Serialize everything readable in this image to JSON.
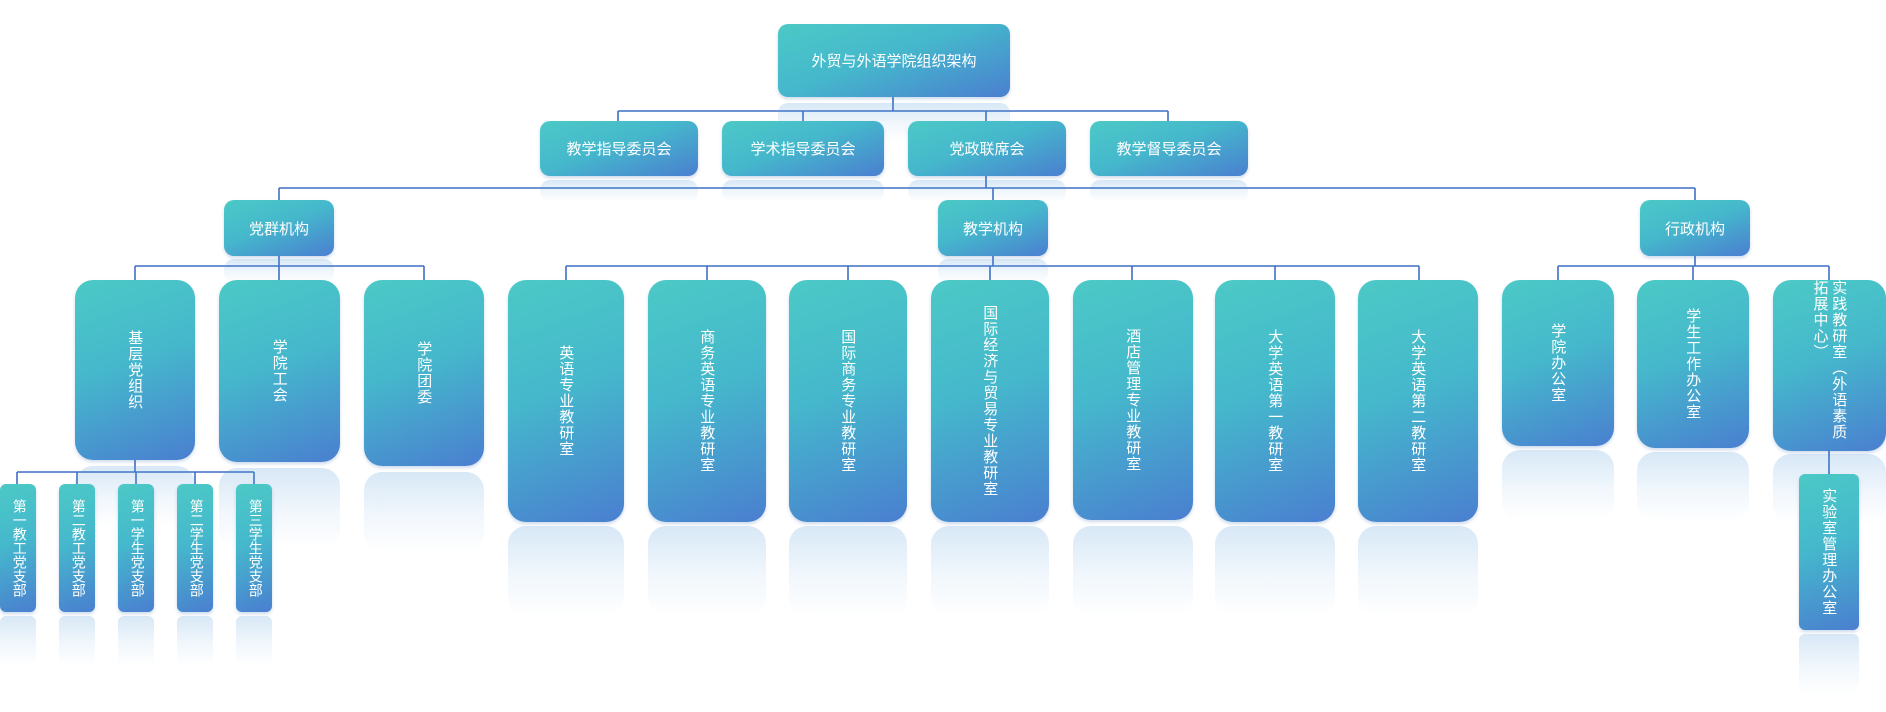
{
  "colors": {
    "connector": "#3f6fc4",
    "node_gradient_start": "#4cc9c6",
    "node_gradient_end": "#4a7fd0",
    "text": "#ffffff"
  },
  "root": {
    "label": "外贸与外语学院组织架构"
  },
  "committees": [
    {
      "label": "教学指导委员会"
    },
    {
      "label": "学术指导委员会"
    },
    {
      "label": "党政联席会"
    },
    {
      "label": "教学督导委员会"
    }
  ],
  "branches": [
    {
      "label": "党群机构"
    },
    {
      "label": "教学机构"
    },
    {
      "label": "行政机构"
    }
  ],
  "party_units": [
    {
      "label": "基层党组织"
    },
    {
      "label": "学院工会"
    },
    {
      "label": "学院团委"
    }
  ],
  "party_branches": [
    {
      "label": "第一教工党支部"
    },
    {
      "label": "第二教工党支部"
    },
    {
      "label": "第一学生党支部"
    },
    {
      "label": "第二学生党支部"
    },
    {
      "label": "第三学生党支部"
    }
  ],
  "teaching_units": [
    {
      "label": "英语专业教研室"
    },
    {
      "label": "商务英语专业教研室"
    },
    {
      "label": "国际商务专业教研室"
    },
    {
      "label": "国际经济与贸易专业教研室"
    },
    {
      "label": "酒店管理专业教研室"
    },
    {
      "label": "大学英语第一教研室"
    },
    {
      "label": "大学英语第二教研室"
    }
  ],
  "admin_units": [
    {
      "label": "学院办公室"
    },
    {
      "label": "学生工作办公室"
    },
    {
      "label_line1": "实践教研室",
      "label_line2": "（外语素质拓展中心）"
    }
  ],
  "lab_office": {
    "label": "实验室管理办公室"
  }
}
